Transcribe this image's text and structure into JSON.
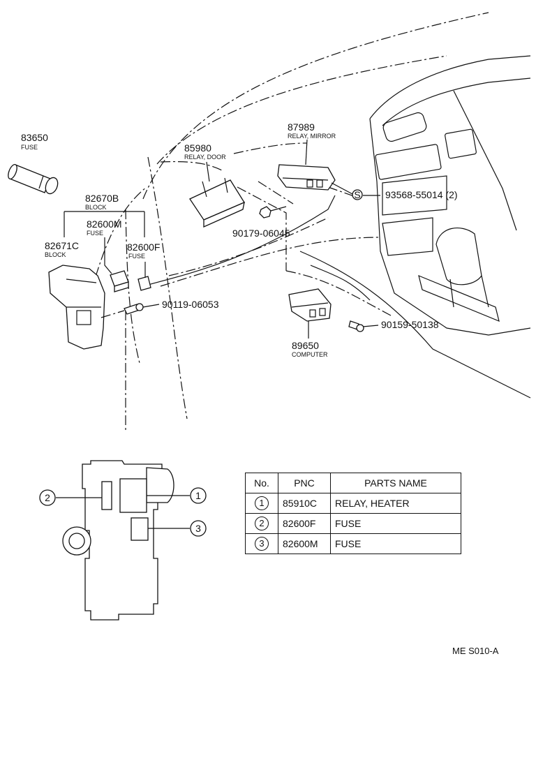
{
  "parts": {
    "p83650": {
      "number": "83650",
      "name": "FUSE"
    },
    "p82670b": {
      "number": "82670B",
      "name": "BLOCK"
    },
    "p82600m": {
      "number": "82600M",
      "name": "FUSE"
    },
    "p82671c": {
      "number": "82671C",
      "name": "BLOCK"
    },
    "p82600f": {
      "number": "82600F",
      "name": "FUSE"
    },
    "p85980": {
      "number": "85980",
      "name": "RELAY, DOOR"
    },
    "p87989": {
      "number": "87989",
      "name": "RELAY, MIRROR"
    },
    "p90179": {
      "number": "90179-06045"
    },
    "p93568": {
      "number": "93568-55014 (2)",
      "marker": "S"
    },
    "p90119": {
      "number": "90119-06053"
    },
    "p89650": {
      "number": "89650",
      "name": "COMPUTER"
    },
    "p90159": {
      "number": "90159-50138"
    }
  },
  "callouts": [
    "1",
    "2",
    "3"
  ],
  "table": {
    "headers": [
      "No.",
      "PNC",
      "PARTS NAME"
    ],
    "rows": [
      {
        "no": "1",
        "pnc": "85910C",
        "name": "RELAY, HEATER"
      },
      {
        "no": "2",
        "pnc": "82600F",
        "name": "FUSE"
      },
      {
        "no": "3",
        "pnc": "82600M",
        "name": "FUSE"
      }
    ]
  },
  "reference_code": "ME S010-A"
}
